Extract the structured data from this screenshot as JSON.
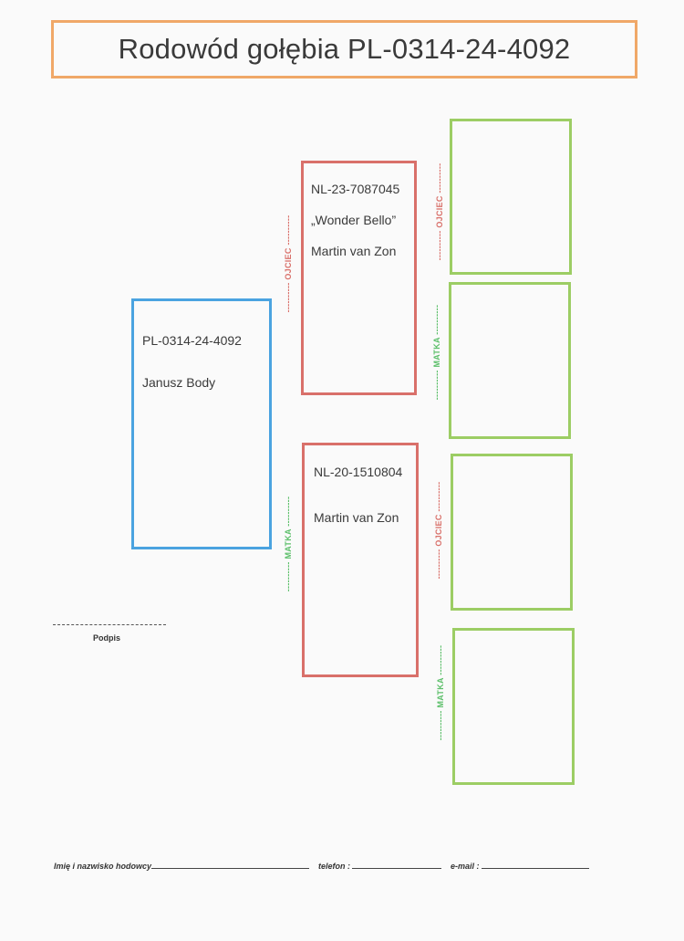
{
  "title": "Rodowód gołębia PL-0314-24-4092",
  "bird": {
    "ring": "PL-0314-24-4092",
    "owner": "Janusz Body"
  },
  "sire": {
    "ring": "NL-23-7087045",
    "name": "„Wonder Bello”",
    "breeder": "Martin van Zon"
  },
  "dam": {
    "ring": "NL-20-1510804",
    "breeder": "Martin van Zon"
  },
  "labels": {
    "father": "---------- OJCIEC ----------",
    "mother": "---------- MATKA ----------"
  },
  "signature": {
    "label": "Podpis"
  },
  "footer": {
    "breeder_label": "Imię i nazwisko hodowcy",
    "phone_label": "telefon :",
    "email_label": "e-mail :"
  },
  "colors": {
    "title_border": "#f0a868",
    "bird_border": "#4aa3e0",
    "parent_border": "#d9706a",
    "grandparent_border": "#9ccd64",
    "father_label": "#d9706a",
    "mother_label": "#5cbf6a"
  }
}
